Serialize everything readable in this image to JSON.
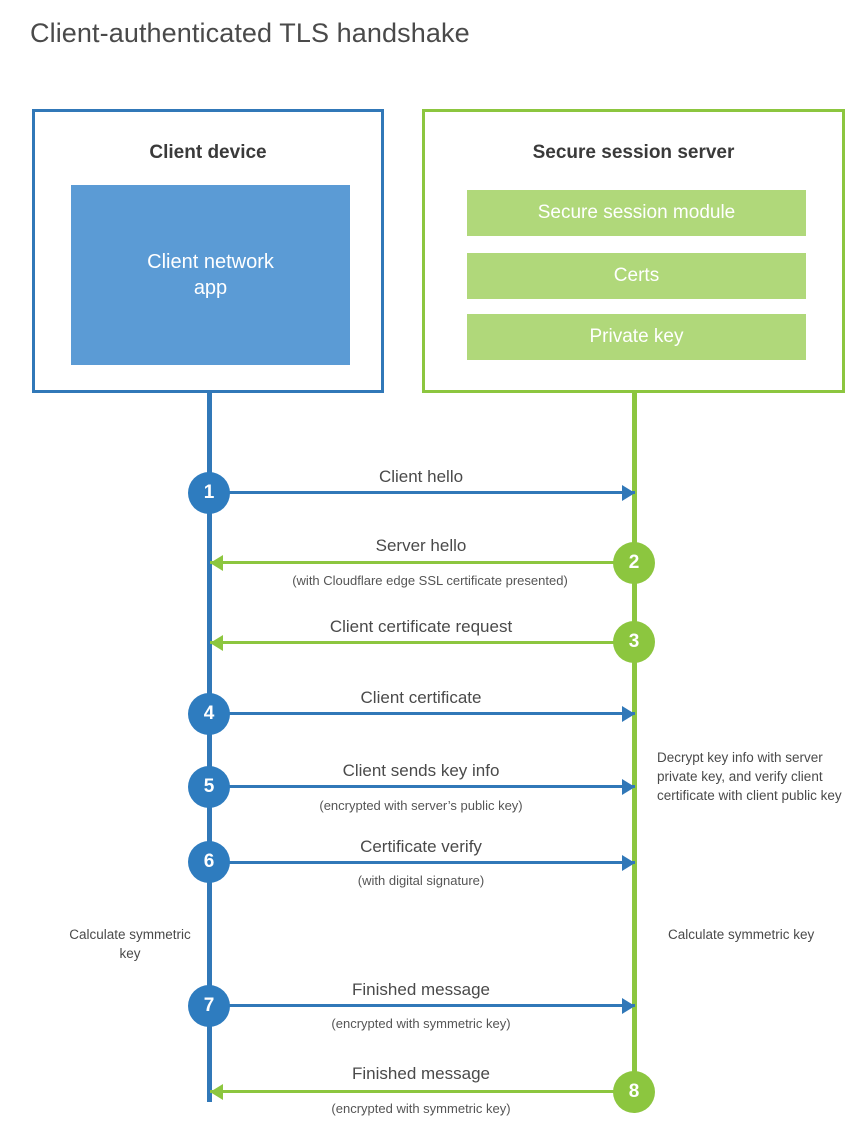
{
  "title": "Client-authenticated TLS handshake",
  "colors": {
    "client_accent": "#3178b8",
    "client_fill": "#5b9bd5",
    "server_accent": "#8cc63f",
    "server_fill": "#b0d87a",
    "text": "#4a4a4a"
  },
  "client": {
    "title": "Client device",
    "app_label": "Client network\napp",
    "app_label_line1": "Client network",
    "app_label_line2": "app"
  },
  "server": {
    "title": "Secure session server",
    "blocks": [
      {
        "label": "Secure session module"
      },
      {
        "label": "Certs"
      },
      {
        "label": "Private key"
      }
    ]
  },
  "steps": [
    {
      "number": "1",
      "side": "client",
      "direction": "right",
      "label": "Client hello",
      "sublabel": ""
    },
    {
      "number": "2",
      "side": "server",
      "direction": "left",
      "label": "Server hello",
      "sublabel": "(with Cloudflare edge SSL certificate presented)"
    },
    {
      "number": "3",
      "side": "server",
      "direction": "left",
      "label": "Client certificate request",
      "sublabel": ""
    },
    {
      "number": "4",
      "side": "client",
      "direction": "right",
      "label": "Client certificate",
      "sublabel": ""
    },
    {
      "number": "5",
      "side": "client",
      "direction": "right",
      "label": "Client sends key info",
      "sublabel": "(encrypted with server’s public key)"
    },
    {
      "number": "6",
      "side": "client",
      "direction": "right",
      "label": "Certificate verify",
      "sublabel": "(with digital signature)"
    },
    {
      "number": "7",
      "side": "client",
      "direction": "right",
      "label": "Finished message",
      "sublabel": "(encrypted with symmetric key)"
    },
    {
      "number": "8",
      "side": "server",
      "direction": "left",
      "label": "Finished message",
      "sublabel": "(encrypted with symmetric key)"
    }
  ],
  "notes": {
    "decrypt": "Decrypt key info with server private key, and verify client certificate with client public key",
    "calculate_client": "Calculate symmetric key",
    "calculate_server": "Calculate symmetric key"
  }
}
